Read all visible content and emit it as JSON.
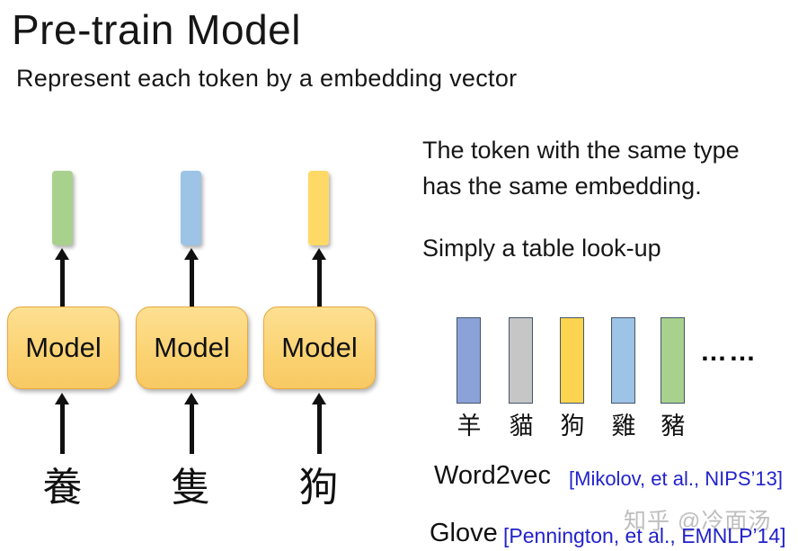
{
  "slide": {
    "title": "Pre-train Model",
    "subtitle": "Represent each token by a embedding vector"
  },
  "annotation": {
    "line1": "The token with the same type",
    "line2": "has the same embedding.",
    "line3": "Simply a table look-up"
  },
  "diagram": {
    "model_label": "Model",
    "columns": [
      {
        "input_token": "養",
        "embedding_color": "#A9D18E"
      },
      {
        "input_token": "隻",
        "embedding_color": "#9DC3E6"
      },
      {
        "input_token": "狗",
        "embedding_color": "#FFD966"
      }
    ]
  },
  "lookup_table": {
    "entries": [
      {
        "token": "羊",
        "color": "#8AA2D8"
      },
      {
        "token": "貓",
        "color": "#C6C6C6"
      },
      {
        "token": "狗",
        "color": "#FCD44F"
      },
      {
        "token": "雞",
        "color": "#9DC3E6"
      },
      {
        "token": "豬",
        "color": "#A9D18E"
      }
    ],
    "ellipsis": "……"
  },
  "references": [
    {
      "method": "Word2vec",
      "citation": "[Mikolov, et al., NIPS’13]"
    },
    {
      "method": "Glove",
      "citation": "[Pennington, et al., EMNLP’14]"
    }
  ],
  "watermark": "知乎 @冷面汤",
  "colors": {
    "citation_blue": "#2222CC",
    "model_box_fill": "#FBD271",
    "model_box_border": "#E9A83C",
    "lookup_border": "#44546A"
  }
}
